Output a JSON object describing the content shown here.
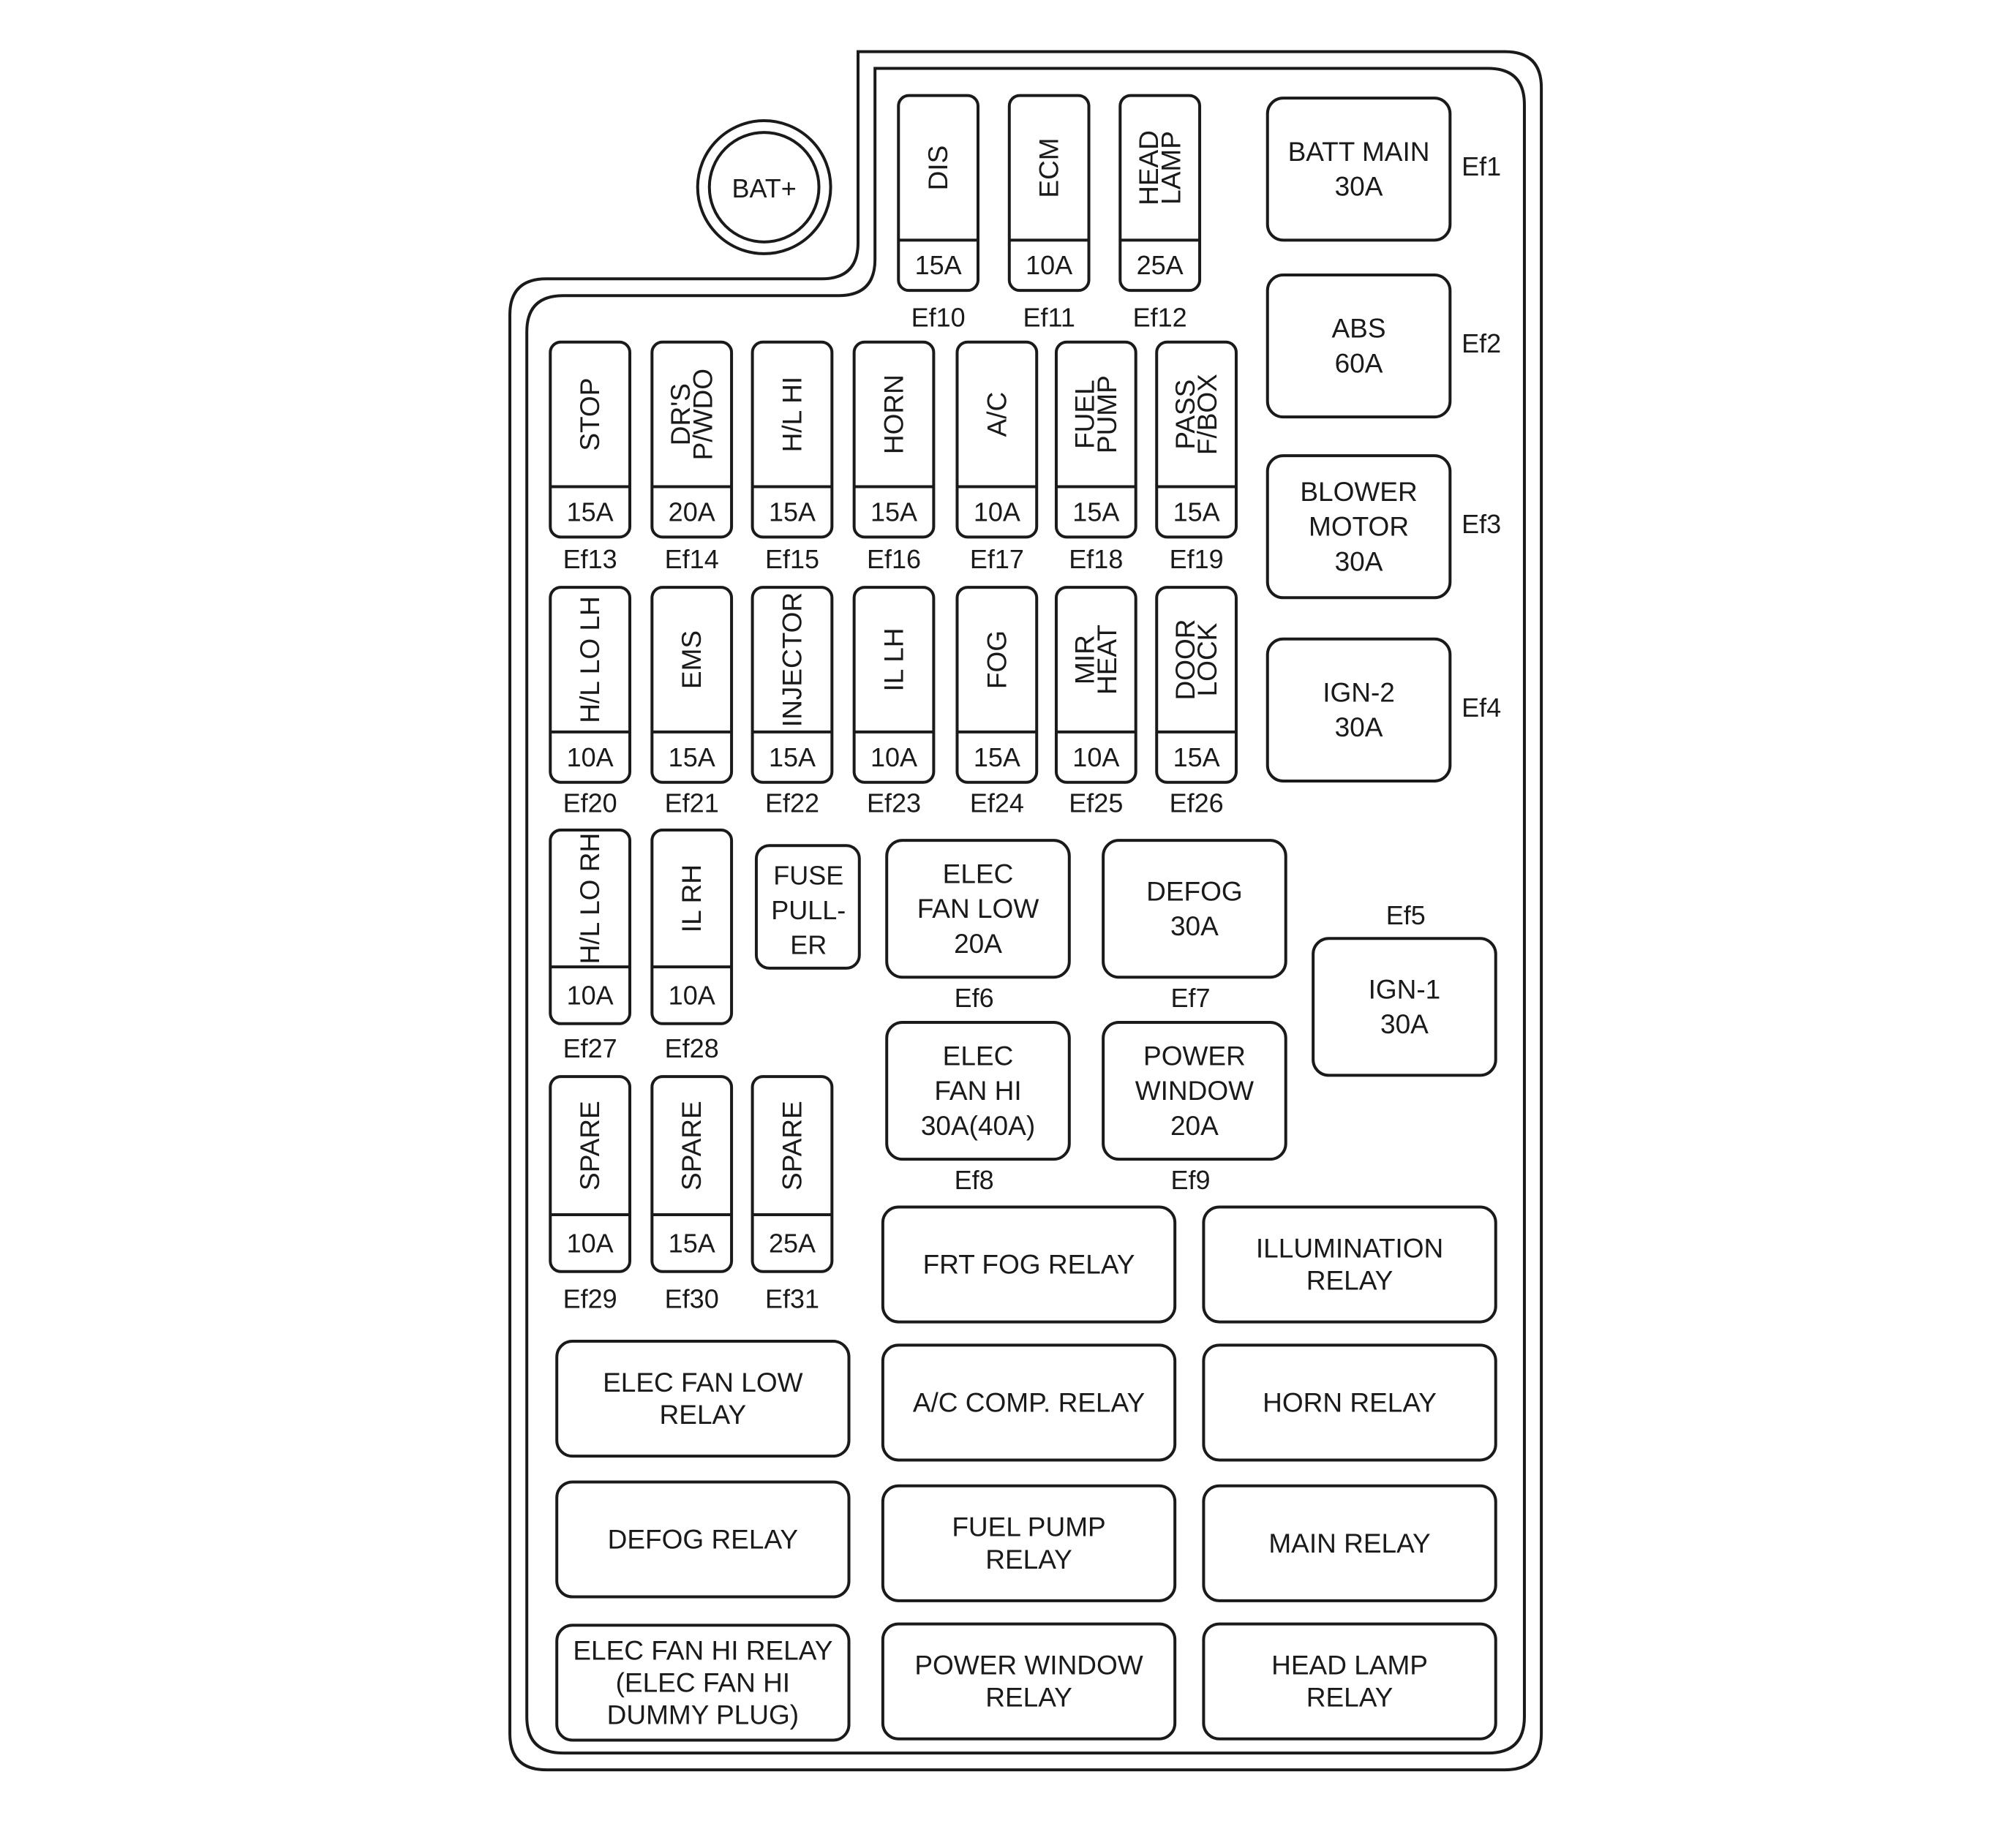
{
  "battery_terminal": {
    "label": "BAT+"
  },
  "top_fuses": [
    {
      "name": "DIS",
      "lines": [
        "DIS"
      ],
      "rating": "15A",
      "id": "Ef10"
    },
    {
      "name": "ECM",
      "lines": [
        "ECM"
      ],
      "rating": "10A",
      "id": "Ef11"
    },
    {
      "name": "HEAD LAMP",
      "lines": [
        "HEAD",
        "LAMP"
      ],
      "rating": "25A",
      "id": "Ef12"
    }
  ],
  "fuse_row_1": [
    {
      "name": "STOP",
      "lines": [
        "STOP"
      ],
      "rating": "15A",
      "id": "Ef13"
    },
    {
      "name": "DR'S P/WDO",
      "lines": [
        "DR'S",
        "P/WDO"
      ],
      "rating": "20A",
      "id": "Ef14"
    },
    {
      "name": "H/L HI",
      "lines": [
        "H/L HI"
      ],
      "rating": "15A",
      "id": "Ef15"
    },
    {
      "name": "HORN",
      "lines": [
        "HORN"
      ],
      "rating": "15A",
      "id": "Ef16"
    },
    {
      "name": "A/C",
      "lines": [
        "A/C"
      ],
      "rating": "10A",
      "id": "Ef17"
    },
    {
      "name": "FUEL PUMP",
      "lines": [
        "FUEL",
        "PUMP"
      ],
      "rating": "15A",
      "id": "Ef18"
    },
    {
      "name": "PASS F/BOX",
      "lines": [
        "PASS",
        "F/BOX"
      ],
      "rating": "15A",
      "id": "Ef19"
    }
  ],
  "fuse_row_2": [
    {
      "name": "H/L LO LH",
      "lines": [
        "H/L LO LH"
      ],
      "rating": "10A",
      "id": "Ef20"
    },
    {
      "name": "EMS",
      "lines": [
        "EMS"
      ],
      "rating": "15A",
      "id": "Ef21"
    },
    {
      "name": "INJECTOR",
      "lines": [
        "INJECTOR"
      ],
      "rating": "15A",
      "id": "Ef22"
    },
    {
      "name": "IL LH",
      "lines": [
        "IL LH"
      ],
      "rating": "10A",
      "id": "Ef23"
    },
    {
      "name": "FOG",
      "lines": [
        "FOG"
      ],
      "rating": "15A",
      "id": "Ef24"
    },
    {
      "name": "MIR HEAT",
      "lines": [
        "MIR",
        "HEAT"
      ],
      "rating": "10A",
      "id": "Ef25"
    },
    {
      "name": "DOOR LOCK",
      "lines": [
        "DOOR",
        "LOCK"
      ],
      "rating": "15A",
      "id": "Ef26"
    }
  ],
  "fuse_row_3": [
    {
      "name": "H/L LO RH",
      "lines": [
        "H/L LO RH"
      ],
      "rating": "10A",
      "id": "Ef27"
    },
    {
      "name": "IL RH",
      "lines": [
        "IL RH"
      ],
      "rating": "10A",
      "id": "Ef28"
    }
  ],
  "fuse_row_4": [
    {
      "name": "SPARE",
      "lines": [
        "SPARE"
      ],
      "rating": "10A",
      "id": "Ef29"
    },
    {
      "name": "SPARE",
      "lines": [
        "SPARE"
      ],
      "rating": "15A",
      "id": "Ef30"
    },
    {
      "name": "SPARE",
      "lines": [
        "SPARE"
      ],
      "rating": "25A",
      "id": "Ef31"
    }
  ],
  "fuse_puller": {
    "lines": [
      "FUSE",
      "PULL-",
      "ER"
    ]
  },
  "right_maxi_fuses": [
    {
      "lines": [
        "BATT MAIN",
        "30A"
      ],
      "id": "Ef1"
    },
    {
      "lines": [
        "ABS",
        "60A"
      ],
      "id": "Ef2"
    },
    {
      "lines": [
        "BLOWER",
        "MOTOR",
        "30A"
      ],
      "id": "Ef3"
    },
    {
      "lines": [
        "IGN-2",
        "30A"
      ],
      "id": "Ef4"
    }
  ],
  "ign1_fuse": {
    "lines": [
      "IGN-1",
      "30A"
    ],
    "id": "Ef5"
  },
  "center_fuses": [
    {
      "lines": [
        "ELEC",
        "FAN LOW",
        "20A"
      ],
      "id": "Ef6"
    },
    {
      "lines": [
        "DEFOG",
        "30A"
      ],
      "id": "Ef7"
    },
    {
      "lines": [
        "ELEC",
        "FAN HI",
        "30A(40A)"
      ],
      "id": "Ef8"
    },
    {
      "lines": [
        "POWER",
        "WINDOW",
        "20A"
      ],
      "id": "Ef9"
    }
  ],
  "relays": [
    {
      "lines": [
        "FRT FOG RELAY"
      ]
    },
    {
      "lines": [
        "ILLUMINATION",
        "RELAY"
      ]
    },
    {
      "lines": [
        "ELEC FAN LOW",
        "RELAY"
      ]
    },
    {
      "lines": [
        "A/C COMP. RELAY"
      ]
    },
    {
      "lines": [
        "HORN RELAY"
      ]
    },
    {
      "lines": [
        "DEFOG RELAY"
      ]
    },
    {
      "lines": [
        "FUEL PUMP",
        "RELAY"
      ]
    },
    {
      "lines": [
        "MAIN RELAY"
      ]
    },
    {
      "lines": [
        "ELEC FAN HI RELAY",
        "(ELEC FAN HI",
        "DUMMY PLUG)"
      ]
    },
    {
      "lines": [
        "POWER WINDOW",
        "RELAY"
      ]
    },
    {
      "lines": [
        "HEAD LAMP",
        "RELAY"
      ]
    }
  ]
}
